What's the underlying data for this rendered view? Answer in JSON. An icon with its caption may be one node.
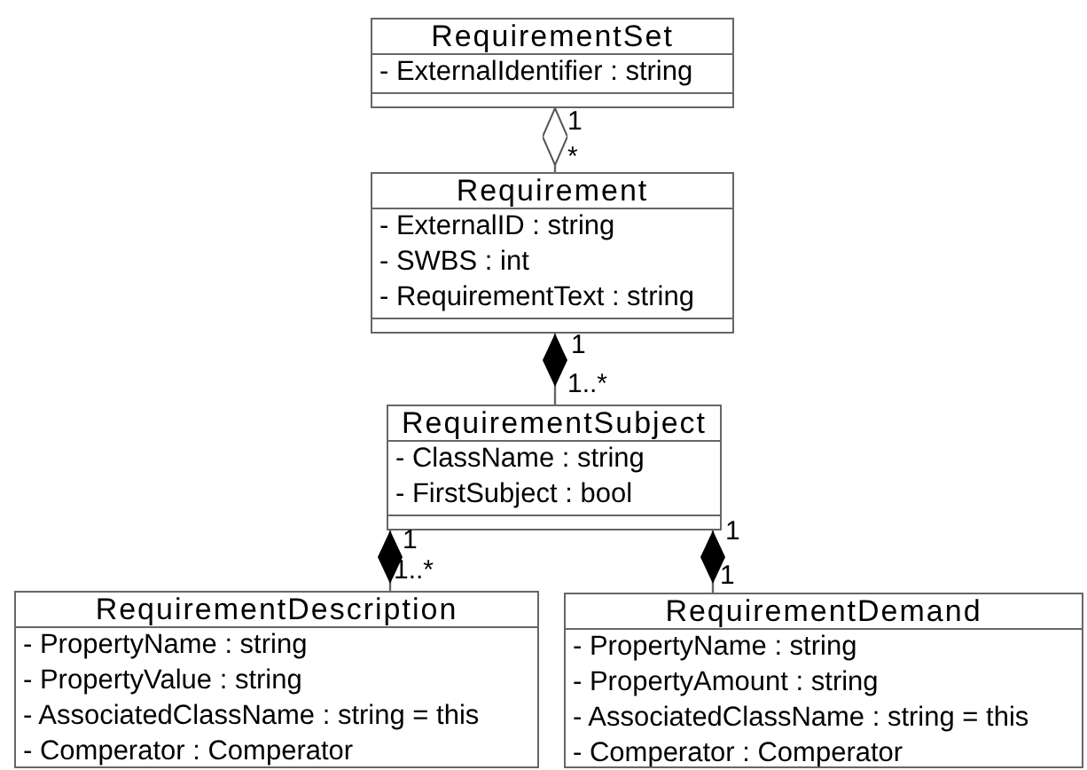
{
  "diagram": {
    "nodes": [
      {
        "text": [
          "RequirementSet",
          "- ExternalIdentifier : string"
        ]
      },
      {
        "text": [
          "Requirement",
          "- ExternalID : string",
          "- SWBS : int",
          "- RequirementText : string"
        ]
      },
      {
        "text": [
          "RequirementSubject",
          "- ClassName : string",
          "- FirstSubject : bool"
        ]
      },
      {
        "text": [
          "RequirementDescription",
          "- PropertyName : string",
          "- PropertyValue : string",
          "- AssociatedClassName : string = this",
          "- Comperator : Comperator"
        ]
      },
      {
        "text": [
          "RequirementDemand",
          "- PropertyName : string",
          "- PropertyAmount : string",
          "- AssociatedClassName : string = this",
          "- Comperator : Comperator"
        ]
      }
    ],
    "edges": [
      {
        "from": 0,
        "to": 1,
        "arrow": "other"
      },
      {
        "from": 1,
        "to": 2,
        "arrow": "other"
      },
      {
        "from": 2,
        "to": 3,
        "arrow": "other"
      },
      {
        "from": 2,
        "to": 4,
        "arrow": "other"
      }
    ],
    "labels": [
      "1",
      "*",
      "1",
      "1..*",
      "1",
      "1..*",
      "1",
      "1"
    ]
  }
}
